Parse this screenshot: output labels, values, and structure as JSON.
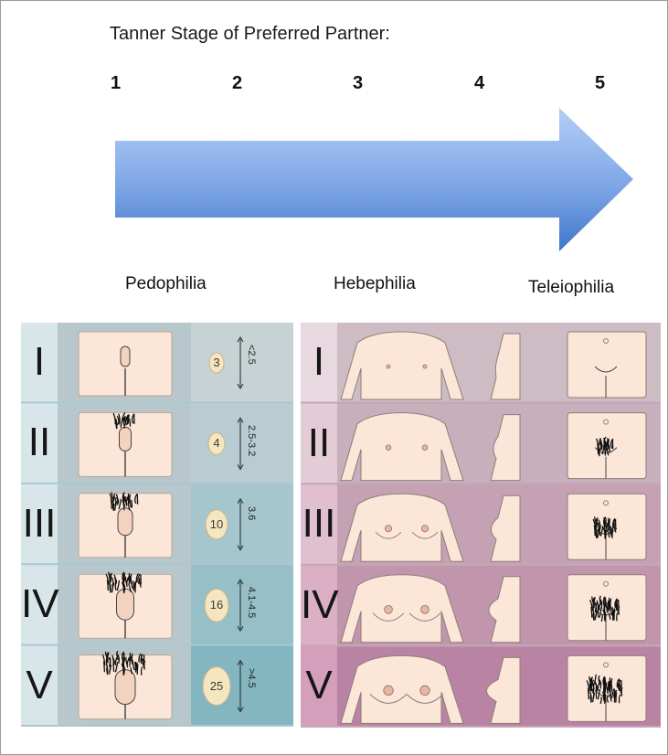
{
  "title": "Tanner Stage of Preferred Partner:",
  "stages": [
    "1",
    "2",
    "3",
    "4",
    "5"
  ],
  "terms": {
    "pedophilia": "Pedophilia",
    "hebephilia": "Hebephilia",
    "teleiophilia": "Teleiophilia"
  },
  "male_panel": {
    "rows": [
      {
        "label": "I",
        "volume": "3",
        "length": "<2.5"
      },
      {
        "label": "II",
        "volume": "4",
        "length": "2.5-3.2"
      },
      {
        "label": "III",
        "volume": "10",
        "length": "3.6"
      },
      {
        "label": "IV",
        "volume": "16",
        "length": "4.1-4.5"
      },
      {
        "label": "V",
        "volume": "25",
        "length": ">4.5"
      }
    ]
  },
  "female_panel": {
    "rows": [
      {
        "label": "I"
      },
      {
        "label": "II"
      },
      {
        "label": "III"
      },
      {
        "label": "IV"
      },
      {
        "label": "V"
      }
    ]
  },
  "colors": {
    "arrow_top": "#a9c7f4",
    "arrow_bottom": "#3f76c9",
    "male_bg": "#a9c8d0",
    "female_bg": "#c4a7b6",
    "skin": "#fbe6d8"
  },
  "icons": [
    "arrow-right-icon",
    "testicle-oval-icon",
    "torso-figure-icon",
    "breast-profile-icon",
    "pelvis-figure-icon"
  ]
}
